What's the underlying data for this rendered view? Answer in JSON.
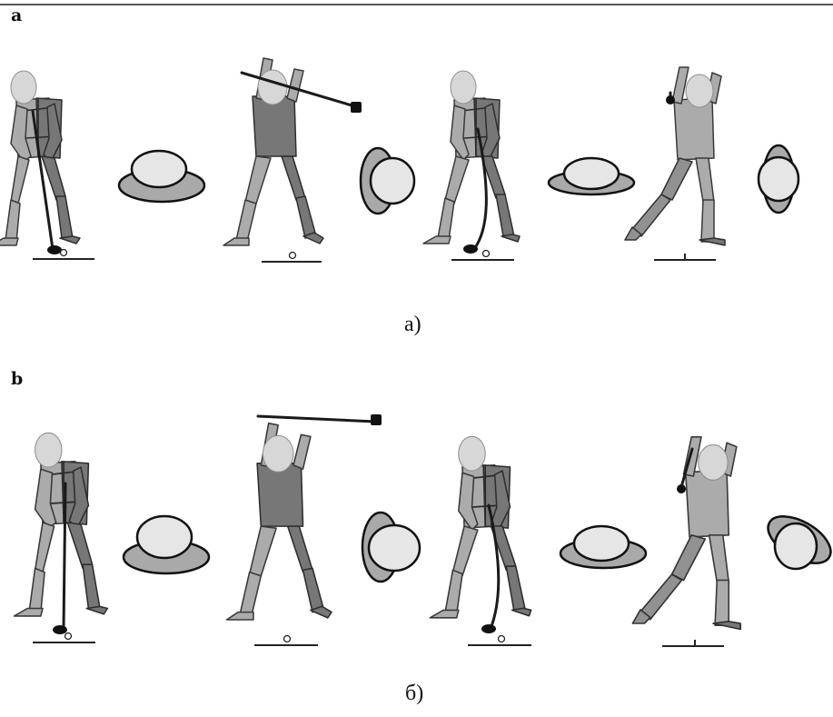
{
  "figure": {
    "panels": [
      {
        "letter": "a",
        "caption": "а)"
      },
      {
        "letter": "b",
        "caption": "б)"
      }
    ],
    "phases": [
      "address",
      "top-of-backswing",
      "impact",
      "finish"
    ],
    "colors": {
      "body_light": "#ababab",
      "body_dark": "#777777",
      "head": "#d7d7d7",
      "outline": "#111111"
    }
  }
}
